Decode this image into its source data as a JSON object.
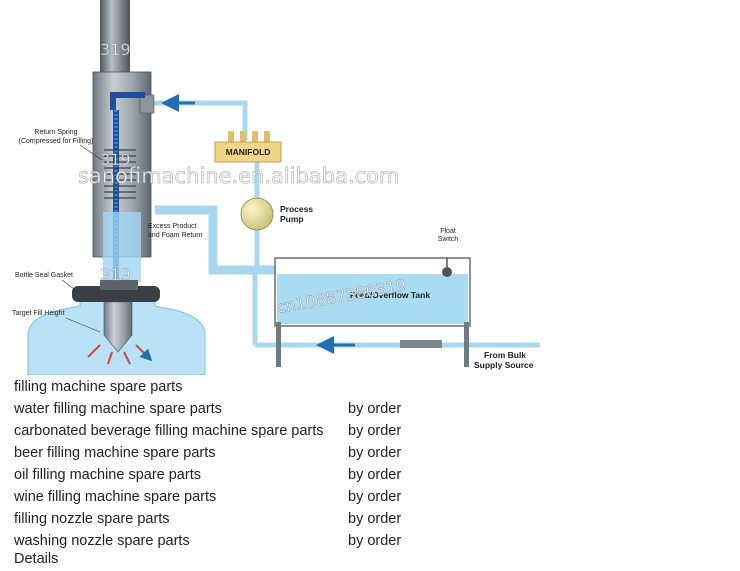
{
  "diagram": {
    "labels": {
      "return_spring": "Return Spring",
      "return_spring_sub": "(Compressed for Filling)",
      "manifold": "MANIFOLD",
      "process_pump_1": "Process",
      "process_pump_2": "Pump",
      "excess_1": "Excess Product",
      "excess_2": "and Foam Return",
      "float_1": "Float",
      "float_2": "Switch",
      "tank": "Feed/Overflow Tank",
      "bottle_seal": "Bottle Seal Gasket",
      "target_fill": "Target Fill Height",
      "bulk_1": "From Bulk",
      "bulk_2": "Supply Source"
    },
    "watermarks": {
      "site": "sanofimachine.en.alibaba.com",
      "id": "cn10887380319",
      "fragment_1": "319",
      "fragment_2": "319",
      "fragment_3": "319"
    },
    "colors": {
      "water": "#a9dcf3",
      "pipe": "#7fcbec",
      "arrow": "#1f6fb5",
      "steel": "#9aa3aa",
      "manifold": "#f3d58a"
    }
  },
  "parts": [
    {
      "name": "filling machine spare parts",
      "price": ""
    },
    {
      "name": "water filling machine spare parts",
      "price": "by order"
    },
    {
      "name": "carbonated beverage filling machine spare parts",
      "price": "by order"
    },
    {
      "name": "beer filling machine spare parts",
      "price": "by order"
    },
    {
      "name": "oil filling machine spare parts",
      "price": "by order"
    },
    {
      "name": "wine filling machine spare parts",
      "price": "by order"
    },
    {
      "name": "filling nozzle spare parts",
      "price": "by order"
    },
    {
      "name": "washing nozzle spare parts",
      "price": "by order"
    }
  ],
  "details_label": "Details"
}
